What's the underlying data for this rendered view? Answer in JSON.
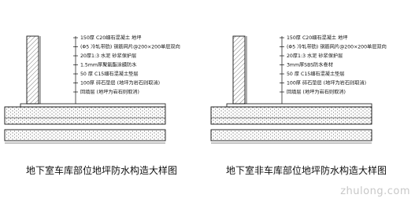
{
  "details": [
    {
      "caption": "地下室车库部位地坪防水构造大样图",
      "layers": [
        "150厚 C20细石混凝土 地坪",
        "(Φ5 冷轧带肋) 钢筋网片@200×200单层双向",
        "20厚1:3 水泥 砂浆保护层",
        "1.5mm厚聚氨酯涂膜防水",
        "50 厚 C15细石混凝土垫层",
        "100厚 碎石垫层 (地坪为岩石则取消)",
        "回填层 (地坪为岩石则取消)"
      ]
    },
    {
      "caption": "地下室非车库部位地坪防水构造大样图",
      "layers": [
        "150厚 C20细石混凝土 地坪",
        "(Φ5 冷轧带肋) 钢筋网片@200×200单层双向",
        "20厚1:3 水泥 砂浆保护层",
        "3mm厚SBS防水卷材",
        "50 厚 C15细石混凝土垫层",
        "100厚 碎石垫层 (地坪为岩石则取消)",
        "回填层 (地坪为岩石则取消)"
      ]
    }
  ],
  "watermark": "zhulong.com"
}
